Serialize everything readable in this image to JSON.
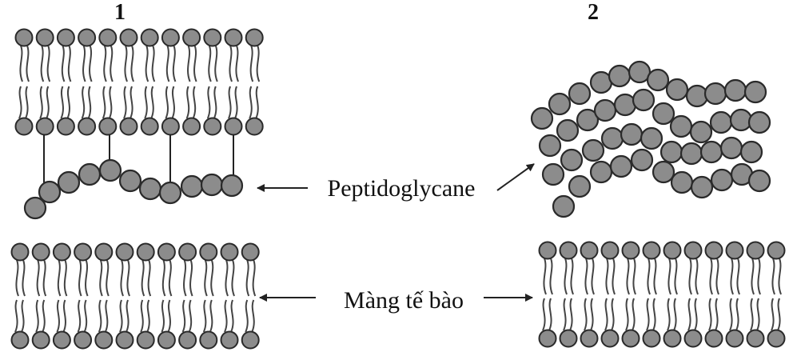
{
  "panels": [
    {
      "number": "1"
    },
    {
      "number": "2"
    }
  ],
  "labels": {
    "peptidoglycan": "Peptidoglycane",
    "cell_membrane": "Màng tế bào"
  },
  "colors": {
    "bead_fill": "#8c8c8c",
    "outline": "#2a2a2a"
  }
}
